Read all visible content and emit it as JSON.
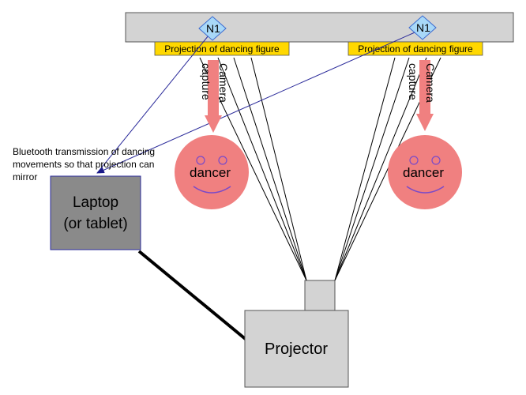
{
  "nodes": {
    "n1_left": "N1",
    "n1_right": "N1"
  },
  "projection_labels": {
    "left": "Projection of dancing figure",
    "right": "Projection of dancing figure"
  },
  "camera": {
    "left_line1": "Camera",
    "left_line2": "capture",
    "right_line1": "Camera",
    "right_line2": "capture"
  },
  "dancers": {
    "left": "dancer",
    "right": "dancer"
  },
  "bluetooth_note": {
    "line1": "Bluetooth transmission of dancing",
    "line2": "movements so that projection can",
    "line3": "mirror"
  },
  "laptop": {
    "line1": "Laptop",
    "line2": "(or tablet)"
  },
  "projector": {
    "label": "Projector"
  },
  "colors": {
    "bar": "#d3d3d3",
    "node_fill": "#a8d8f8",
    "node_stroke": "#3a6ad0",
    "projection_fill": "#ffd800",
    "arrow": "#f08080",
    "face": "#f08080",
    "face_features": "#7a4ac8",
    "laptop": "#8a8a8a",
    "link_line": "#2a2a9a"
  }
}
